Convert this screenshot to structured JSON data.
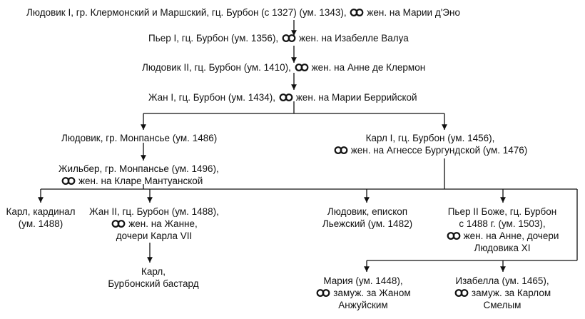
{
  "nodes": {
    "ludovik1": {
      "text": "Людовик I,  гр. Клермонский и Маршский, гц. Бурбон (с 1327) (ум. 1343),",
      "spouse": "жен. на Марии д'Эно"
    },
    "pier1": {
      "text": "Пьер I, гц. Бурбон (ум. 1356),",
      "spouse": "жен. на Изабелле Валуа"
    },
    "ludovik2": {
      "text": "Людовик II, гц. Бурбон (ум. 1410),",
      "spouse": "жен. на Анне де Клермон"
    },
    "zhan1": {
      "text": "Жан I, гц. Бурбон (ум. 1434),",
      "spouse": "жен. на Марии Беррийской"
    },
    "ludovik_monpansye": {
      "text": "Людовик, гр. Монпансье (ум. 1486)"
    },
    "karl1": {
      "line1": "Карл I, гц. Бурбон (ум. 1456),",
      "spouse": "жен. на Агнессе Бургундской (ум. 1476)"
    },
    "zhilber": {
      "line1": "Жильбер, гр. Монпансье (ум. 1496),",
      "spouse": "жен. на Кларе Мантуанской"
    },
    "karl_cardinal": {
      "line1": "Карл, кардинал",
      "line2": "(ум. 1488)"
    },
    "zhan2": {
      "line1": "Жан II, гц. Бурбон (ум. 1488),",
      "spouse": "жен. на Жанне,",
      "line3": "дочери Карла VII"
    },
    "karl_bastard": {
      "line1": "Карл,",
      "line2": "Бурбонский бастард"
    },
    "ludovik_bishop": {
      "line1": "Людовик, епископ",
      "line2": "Льежский (ум. 1482)"
    },
    "pier2": {
      "line1": "Пьер II Боже, гц. Бурбон",
      "line2": "с 1488 г. (ум. 1503),",
      "spouse": "жен. на Анне, дочери",
      "line4": "Людовика XI"
    },
    "maria": {
      "line1": "Мария (ум. 1448),",
      "spouse": "замуж. за Жаном",
      "line3": "Анжуйским"
    },
    "izabella": {
      "line1": "Изабелла (ум. 1465),",
      "spouse": "замуж. за Карлом",
      "line3": "Смелым"
    }
  },
  "icons": {
    "marriage": "interlocked-rings-icon"
  },
  "colors": {
    "ink": "#111111",
    "background": "#ffffff"
  }
}
